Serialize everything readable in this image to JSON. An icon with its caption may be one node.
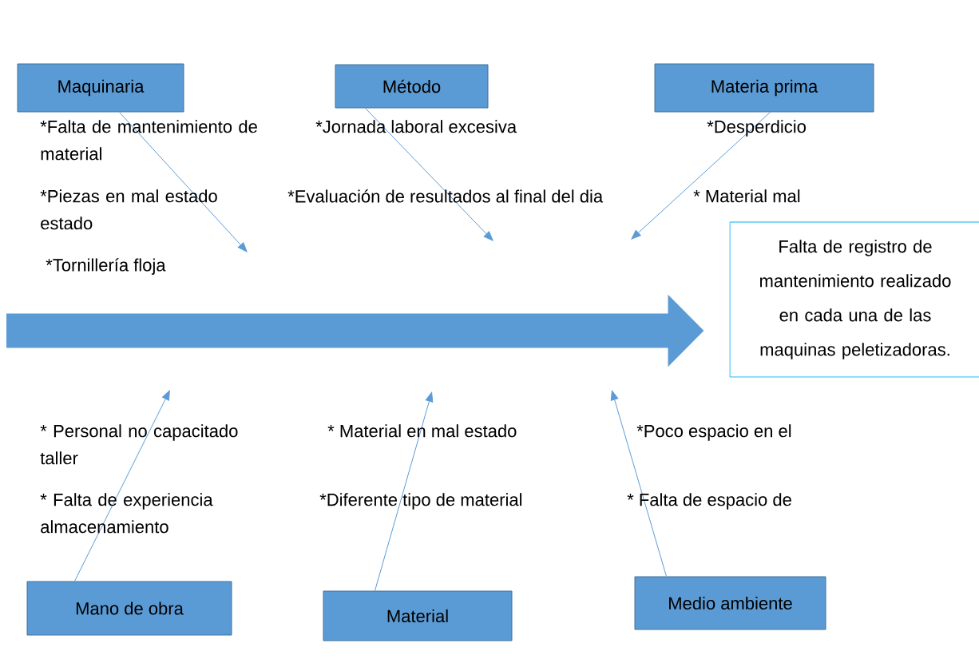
{
  "diagram": {
    "nodes": [
      {
        "text": [
          "Maquinaria"
        ]
      },
      {
        "text": [
          "Método"
        ]
      },
      {
        "text": [
          "Materia prima"
        ]
      },
      {
        "text": [
          "Mano de obra"
        ]
      },
      {
        "text": [
          "Material"
        ]
      },
      {
        "text": [
          "Medio ambiente"
        ]
      },
      {
        "text": [
          "Falta de registro  de mantenimiento realizado en cada una de las maquinas peletizadoras."
        ]
      }
    ],
    "edges": [
      {
        "from": 0,
        "to": null,
        "arrow": "to"
      },
      {
        "from": 1,
        "to": null,
        "arrow": "to"
      },
      {
        "from": 2,
        "to": null,
        "arrow": "to"
      },
      {
        "from": 3,
        "to": null,
        "arrow": "to"
      },
      {
        "from": 4,
        "to": null,
        "arrow": "to"
      },
      {
        "from": 5,
        "to": null,
        "arrow": "to"
      },
      {
        "from": null,
        "to": 6,
        "arrow": "to",
        "style": "thick"
      }
    ],
    "labels": [
      "*Falta de mantenimiento de material",
      "*Jornada laboral excesiva",
      "*Desperdicio",
      "*Piezas en mal estado estado",
      "*Evaluación de resultados al final del dia",
      "* Material mal",
      "*Tornillería floja",
      "* Personal no capacitado taller",
      "* Material en mal estado",
      "*Poco espacio en el",
      "* Falta de experiencia almacenamiento",
      "*Diferente tipo de material",
      "* Falta de espacio de"
    ]
  }
}
